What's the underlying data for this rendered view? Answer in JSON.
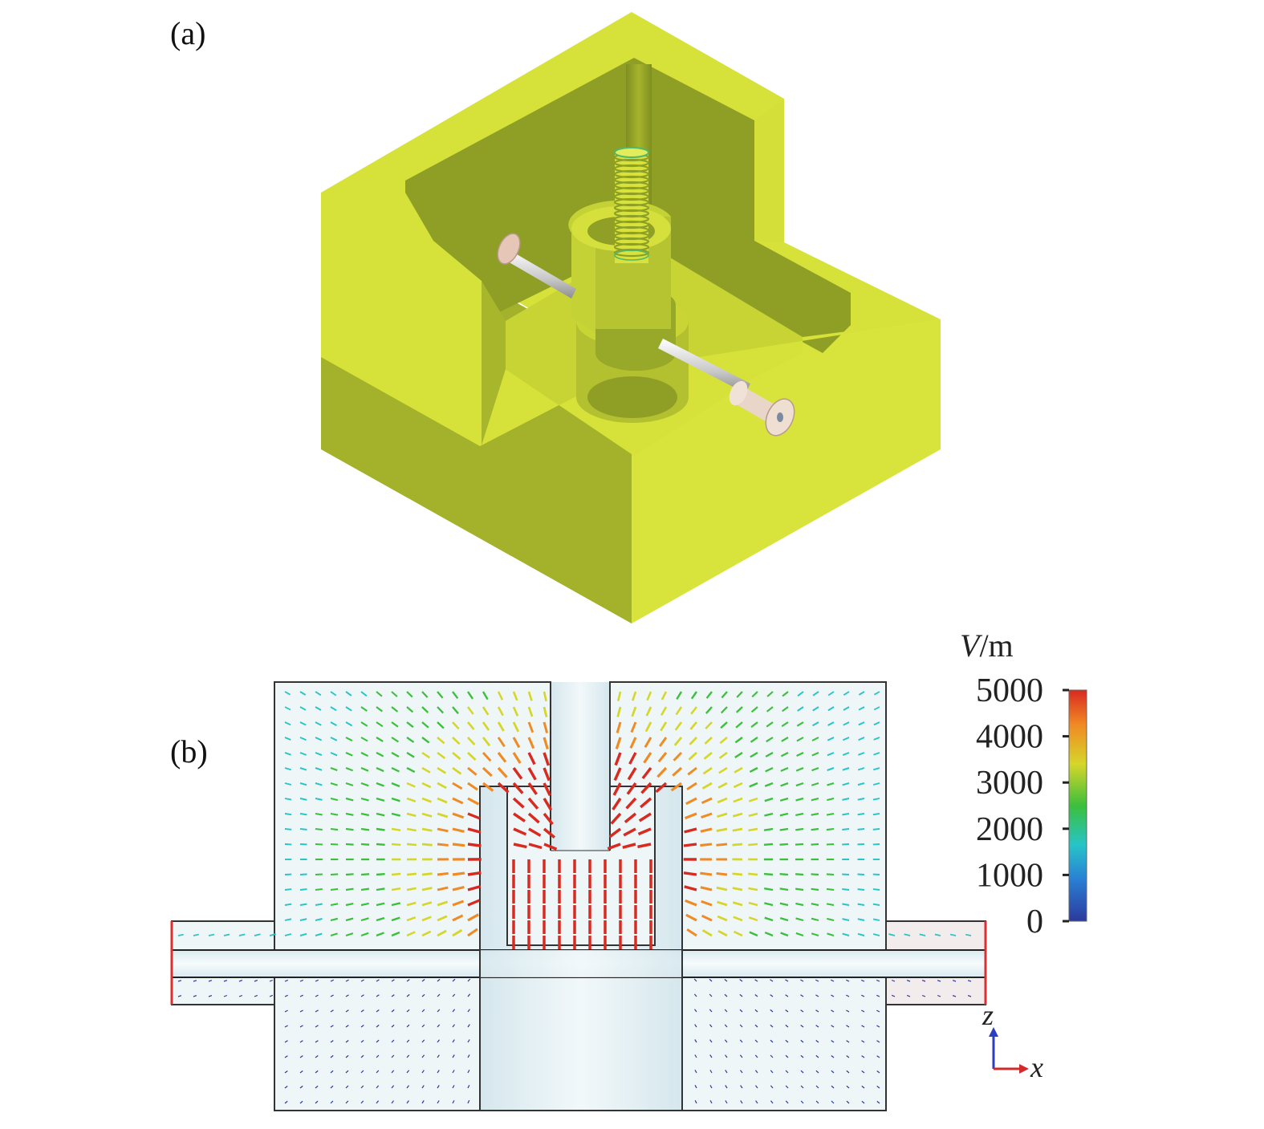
{
  "panels": {
    "a_label": "(a)",
    "b_label": "(b)"
  },
  "colorbar": {
    "unit_symbol": "V",
    "unit_rest": "/m",
    "ticks": [
      {
        "label": "5000",
        "value": 5000
      },
      {
        "label": "4000",
        "value": 4000
      },
      {
        "label": "3000",
        "value": 3000
      },
      {
        "label": "2000",
        "value": 2000
      },
      {
        "label": "1000",
        "value": 1000
      },
      {
        "label": "0",
        "value": 0
      }
    ],
    "colors": [
      "#2b3a9c",
      "#2a7fd4",
      "#27c4c8",
      "#3cbf3c",
      "#d6d62a",
      "#f08a24",
      "#d92a20"
    ]
  },
  "axes": {
    "z": "z",
    "x": "x",
    "z_color": "#2b3fc0",
    "x_color": "#d02a2a"
  },
  "colors": {
    "cavity": "#d4df3a",
    "cavity_side": "#a3b22a",
    "cavity_dark": "#8a9a26",
    "probe": "#e9d6c8",
    "field_bg": "#e2eff3"
  }
}
